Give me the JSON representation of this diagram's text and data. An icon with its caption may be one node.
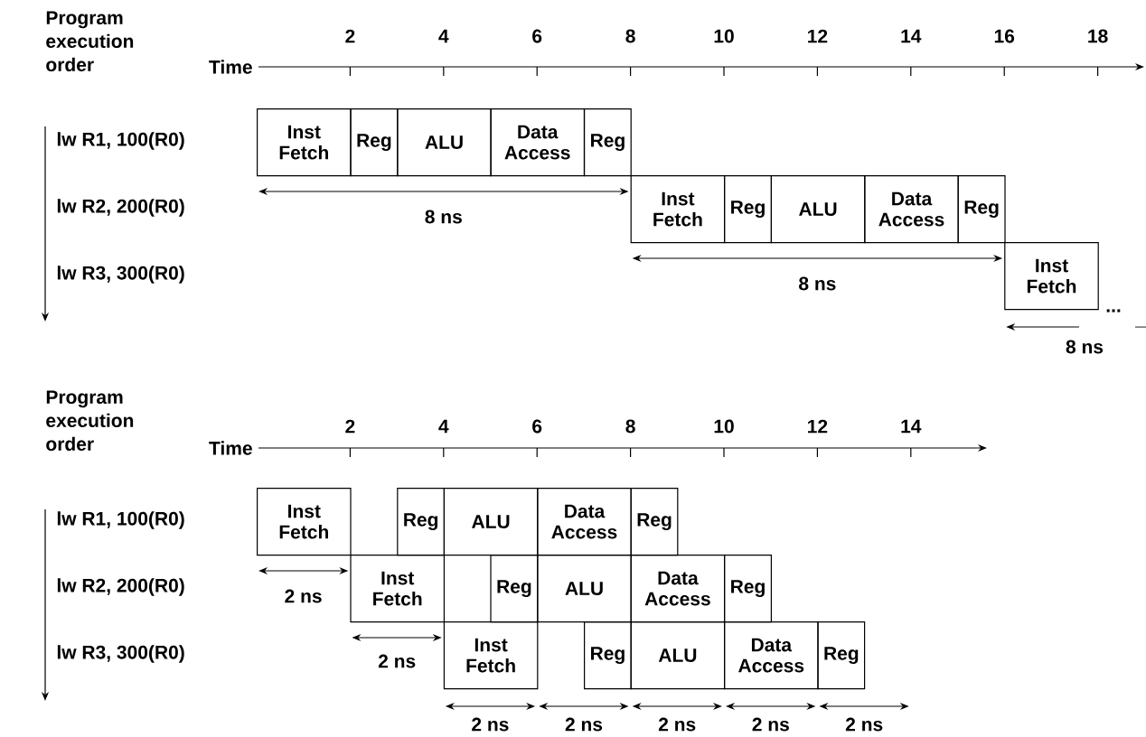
{
  "diagram": {
    "nodes": [
      {
        "text": [
          "Inst Fetch"
        ]
      },
      {
        "text": [
          "Reg"
        ]
      },
      {
        "text": [
          "ALU"
        ]
      },
      {
        "text": [
          "Data Access"
        ]
      },
      {
        "text": [
          "Reg"
        ]
      },
      {
        "text": [
          "Inst Fetch"
        ]
      },
      {
        "text": [
          "Reg"
        ]
      },
      {
        "text": [
          "ALU"
        ]
      },
      {
        "text": [
          "Data Access"
        ]
      },
      {
        "text": [
          "Reg"
        ]
      },
      {
        "text": [
          "Inst Fetch"
        ]
      },
      {
        "text": [
          "Inst Fetch"
        ]
      },
      {
        "text": [
          "Reg"
        ]
      },
      {
        "text": [
          "ALU"
        ]
      },
      {
        "text": [
          "Data Access"
        ]
      },
      {
        "text": [
          "Reg"
        ]
      },
      {
        "text": [
          "Inst Fetch"
        ]
      },
      {
        "text": [
          "Reg"
        ]
      },
      {
        "text": [
          "ALU"
        ]
      },
      {
        "text": [
          "Data Access"
        ]
      },
      {
        "text": [
          "Reg"
        ]
      },
      {
        "text": [
          "Inst Fetch"
        ]
      },
      {
        "text": [
          "Reg"
        ]
      },
      {
        "text": [
          "ALU"
        ]
      },
      {
        "text": [
          "Data Access"
        ]
      },
      {
        "text": [
          "Reg"
        ]
      }
    ],
    "labels": [
      "Program execution order",
      "Time",
      "2",
      "4",
      "6",
      "8",
      "10",
      "12",
      "14",
      "16",
      "18",
      "lw R1, 100(R0)",
      "lw R2, 200(R0)",
      "lw R3, 300(R0)",
      "8 ns",
      "8 ns",
      "...",
      "8 ns",
      "Program execution order",
      "Time",
      "2",
      "4",
      "6",
      "8",
      "10",
      "12",
      "14",
      "lw R1, 100(R0)",
      "lw R2, 200(R0)",
      "lw R3, 300(R0)",
      "2 ns",
      "2 ns",
      "2 ns",
      "2 ns",
      "2 ns",
      "2 ns",
      "2 ns"
    ]
  }
}
